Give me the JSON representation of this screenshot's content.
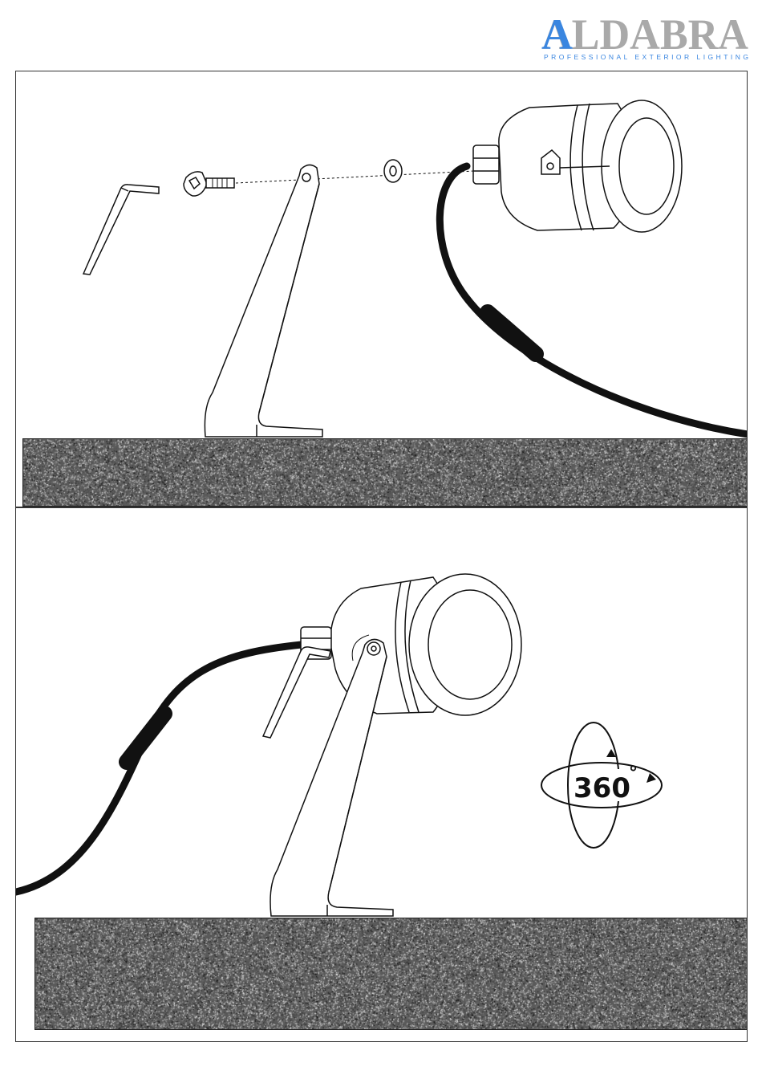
{
  "logo": {
    "brand": "ALDABRA",
    "tagline": "PROFESSIONAL EXTERIOR LIGHTING",
    "colors": {
      "blue": "#3a86e0",
      "gray": "#a9a9a9",
      "dark": "#333333"
    }
  },
  "steps": [
    {
      "id": "mount",
      "parts": [
        "hex-key",
        "screw",
        "washer",
        "bracket",
        "spotlight",
        "cable"
      ]
    },
    {
      "id": "adjust",
      "rotation": {
        "label": "360",
        "unit": "°"
      }
    }
  ],
  "colors": {
    "line": "#111111",
    "ground": "#5a5a5a"
  }
}
